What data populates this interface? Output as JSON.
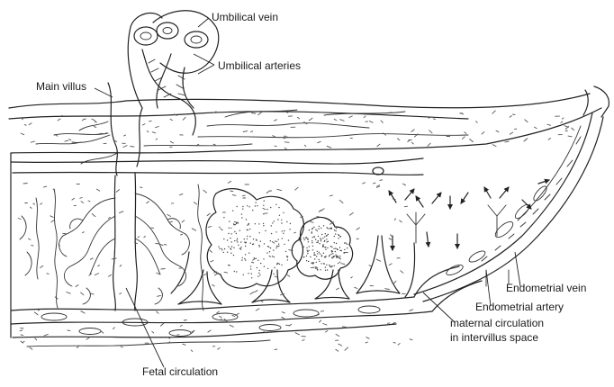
{
  "labels": {
    "umbilical_vein": "Umbilical vein",
    "umbilical_arteries": "Umbilical arteries",
    "main_villus": "Main villus",
    "endometrial_vein": "Endometrial vein",
    "endometrial_artery": "Endometrial artery",
    "maternal_circulation_line1": "maternal circulation",
    "maternal_circulation_line2": "in intervillus space",
    "fetal_circulation": "Fetal circulation"
  },
  "colors": {
    "ink": "#222222",
    "background": "#ffffff"
  }
}
